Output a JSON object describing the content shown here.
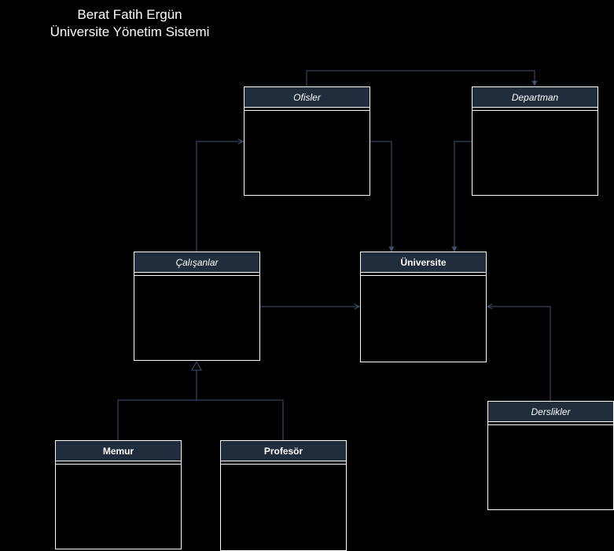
{
  "title": {
    "line1": "Berat Fatih Ergün",
    "line2": "Üniversite Yönetim Sistemi"
  },
  "colors": {
    "background": "#000000",
    "class_header": "#1f2d3d",
    "class_border": "#ffffff",
    "connector": "#3a5474",
    "text": "#ffffff"
  },
  "classes": {
    "ofisler": {
      "name": "Ofisler",
      "abstract": true
    },
    "departman": {
      "name": "Departman",
      "abstract": true
    },
    "calisanlar": {
      "name": "Çalışanlar",
      "abstract": true
    },
    "universite": {
      "name": "Üniversite",
      "abstract": false
    },
    "derslikler": {
      "name": "Derslikler",
      "abstract": true
    },
    "memur": {
      "name": "Memur",
      "abstract": false
    },
    "profesor": {
      "name": "Profesör",
      "abstract": false
    }
  },
  "relations": [
    {
      "from": "ofisler",
      "to": "departman",
      "kind": "association"
    },
    {
      "from": "ofisler",
      "to": "universite",
      "kind": "association"
    },
    {
      "from": "departman",
      "to": "universite",
      "kind": "association"
    },
    {
      "from": "calisanlar",
      "to": "ofisler",
      "kind": "association"
    },
    {
      "from": "calisanlar",
      "to": "universite",
      "kind": "association"
    },
    {
      "from": "derslikler",
      "to": "universite",
      "kind": "association"
    },
    {
      "from": "memur",
      "to": "calisanlar",
      "kind": "generalization"
    },
    {
      "from": "profesor",
      "to": "calisanlar",
      "kind": "generalization"
    }
  ]
}
